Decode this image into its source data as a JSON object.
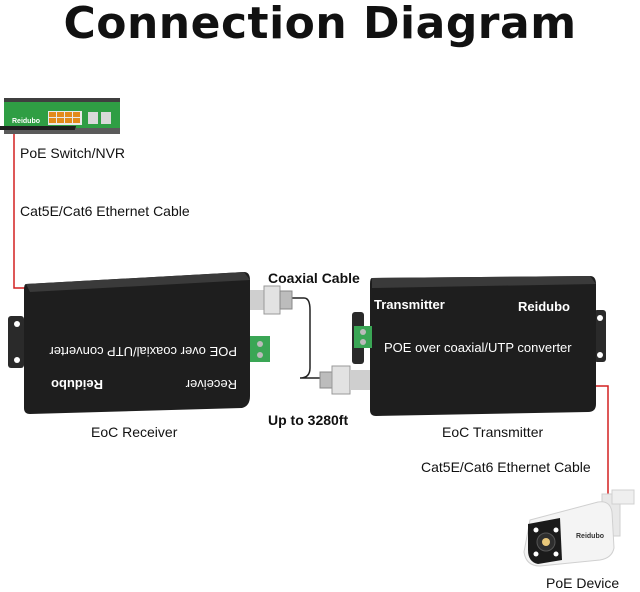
{
  "title": "Connection Diagram",
  "labels": {
    "switch": "PoE Switch/NVR",
    "cable_top": "Cat5E/Cat6 Ethernet Cable",
    "coax": "Coaxial Cable",
    "distance": "Up to 3280ft",
    "receiver": "EoC Receiver",
    "transmitter": "EoC Transmitter",
    "cable_bottom": "Cat5E/Cat6 Ethernet Cable",
    "device": "PoE Device"
  },
  "receiver_box": {
    "text": "POE over coaxial/UTP converter",
    "role": "Receiver",
    "brand": "Reidubo"
  },
  "transmitter_box": {
    "text": "POE over coaxial/UTP converter",
    "role": "Transmitter",
    "brand": "Reidubo"
  },
  "switch_brand": "Reidubo",
  "camera_brand": "Reidubo",
  "colors": {
    "cable_red": "#d42020",
    "switch_green": "#2f9e44",
    "box": "#1c1c1c",
    "terminal_green": "#3aa655"
  }
}
